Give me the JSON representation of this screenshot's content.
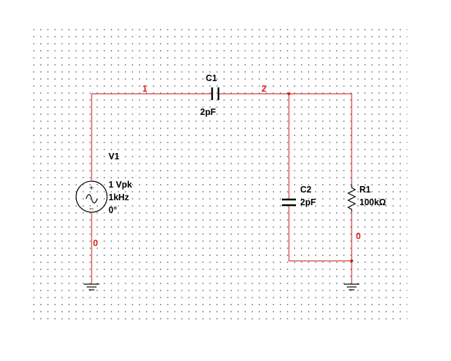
{
  "components": {
    "v1": {
      "ref": "V1",
      "amplitude": "1 Vpk",
      "frequency": "1kHz",
      "phase": "0°"
    },
    "c1": {
      "ref": "C1",
      "value": "2pF"
    },
    "c2": {
      "ref": "C2",
      "value": "2pF"
    },
    "r1": {
      "ref": "R1",
      "value": "100kΩ"
    }
  },
  "nets": {
    "n1": "1",
    "n2": "2",
    "gnd_left": "0",
    "gnd_right": "0"
  },
  "source_polarity": {
    "plus": "+",
    "minus": "−"
  },
  "colors": {
    "wire": "#d03a3a",
    "net_label": "#d81e1e",
    "component": "#000000",
    "grid_dot": "#8a8a8a"
  }
}
